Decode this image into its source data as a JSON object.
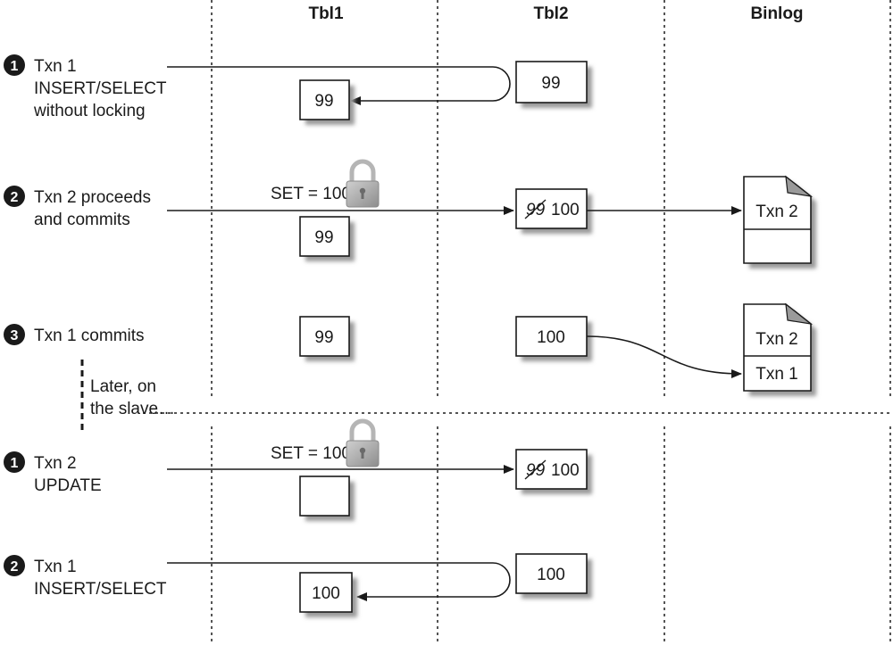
{
  "columns": {
    "tbl1": "Tbl1",
    "tbl2": "Tbl2",
    "binlog": "Binlog"
  },
  "steps": [
    {
      "number": "1",
      "lines": [
        "Txn 1",
        "INSERT/SELECT",
        "without locking"
      ],
      "tbl2_value": "99",
      "tbl1_value": "99"
    },
    {
      "number": "2",
      "lines": [
        "Txn 2 proceeds",
        "and commits"
      ],
      "set_label": "SET = 100",
      "tbl1_value": "99",
      "tbl2_old": "99",
      "tbl2_new": "100",
      "binlog_entries": [
        "Txn 2"
      ]
    },
    {
      "number": "3",
      "lines": [
        "Txn 1 commits"
      ],
      "tbl1_value": "99",
      "tbl2_value": "100",
      "binlog_entries": [
        "Txn 2",
        "Txn 1"
      ]
    }
  ],
  "separator_lines": [
    "Later, on",
    "the slave…"
  ],
  "slave_steps": [
    {
      "number": "1",
      "lines": [
        "Txn 2",
        "UPDATE"
      ],
      "set_label": "SET = 100",
      "tbl1_value": "",
      "tbl2_old": "99",
      "tbl2_new": "100"
    },
    {
      "number": "2",
      "lines": [
        "Txn 1",
        "INSERT/SELECT"
      ],
      "tbl2_value": "100",
      "tbl1_value": "100"
    }
  ],
  "colors": {
    "line": "#1a1a1a",
    "grid": "#555555",
    "box_fill": "#ffffff",
    "shadow": "#9a9a9a",
    "lock_body": "#a8a8a8",
    "lock_shackle": "#b5b5b5",
    "step_circle": "#1a1a1a"
  },
  "icons": [
    "lock-icon",
    "document-icon"
  ]
}
